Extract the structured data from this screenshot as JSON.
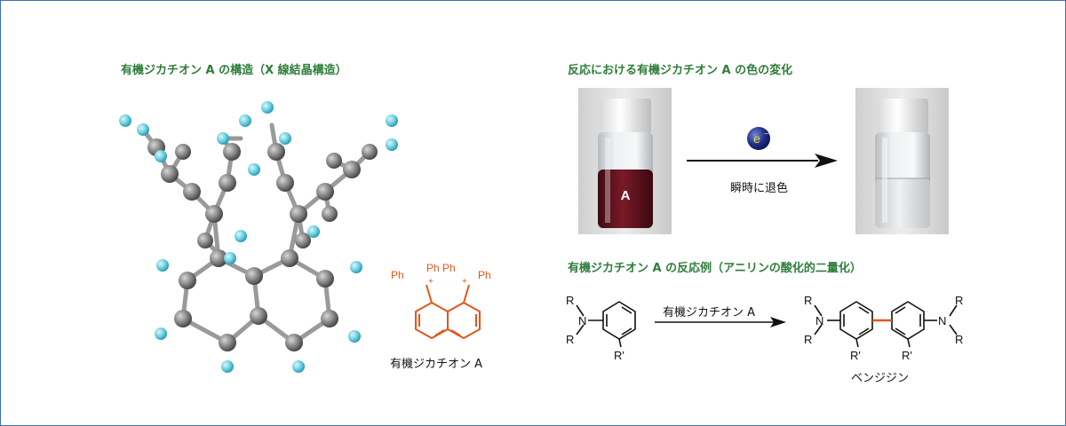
{
  "left": {
    "title": "有機ジカチオン A の構造（X 線結晶構造）",
    "compound_caption": "有機ジカチオン A",
    "ph_labels": [
      "Ph",
      "Ph",
      "Ph",
      "Ph"
    ],
    "plus": [
      "+",
      "+"
    ]
  },
  "color_change": {
    "title": "反応における有機ジカチオン A の色の変化",
    "vial_label": "A",
    "electron": "e",
    "electron_charge": "−",
    "arrow_label": "瞬時に退色"
  },
  "reaction": {
    "title": "有機ジカチオン A の反応例（アニリンの酸化的二量化）",
    "reagent": "有機ジカチオン A",
    "product_name": "ベンジジン",
    "atoms": {
      "N": "N",
      "R": "R",
      "R_prime": "R'"
    }
  },
  "colors": {
    "heading": "#2e7d3a",
    "accent_orange": "#e2561b",
    "frame_border": "#3b72b5",
    "solution": "#6b1420",
    "carbon": "#8a8a8a",
    "hydrogen": "#6ccfe0"
  }
}
